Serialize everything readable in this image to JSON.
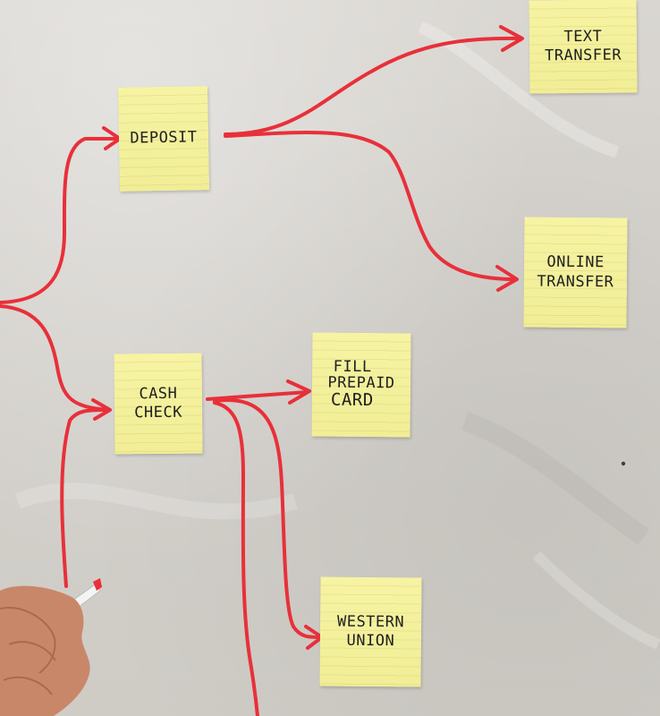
{
  "notes": {
    "deposit": [
      "DEPOSIT"
    ],
    "text_transfer": [
      "TEXT",
      "TRANSFER"
    ],
    "online_transfer": [
      "ONLINE",
      "TRANSFER"
    ],
    "cash_check": [
      "CASH",
      "CHECK"
    ],
    "fill_prepaid_card": [
      "FILL",
      "PREPAID",
      "CARD"
    ],
    "western_union": [
      "WESTERN",
      "UNION"
    ]
  },
  "colors": {
    "marker": "#e8303a",
    "note": "#f3f09b",
    "board": "#d6d3ce"
  },
  "icons": {
    "marker": "marker-pen-icon"
  }
}
